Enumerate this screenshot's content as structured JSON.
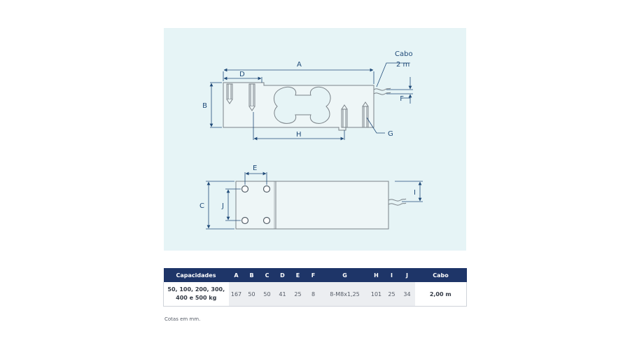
{
  "drawing": {
    "labels": {
      "A": "A",
      "B": "B",
      "C": "C",
      "D": "D",
      "E": "E",
      "F": "F",
      "G": "G",
      "H": "H",
      "I": "I",
      "J": "J",
      "cabo": "Cabo",
      "cabo_length": "2 m"
    }
  },
  "table": {
    "headers": [
      "Capacidades",
      "A",
      "B",
      "C",
      "D",
      "E",
      "F",
      "G",
      "H",
      "I",
      "J",
      "Cabo"
    ],
    "row": {
      "capacities_line1": "50, 100, 200, 300,",
      "capacities_line2": "400 e 500 kg",
      "values": [
        "167",
        "50",
        "50",
        "41",
        "25",
        "8",
        "8-M8x1,25",
        "101",
        "25",
        "34"
      ],
      "cable": "2,00 m"
    }
  },
  "note": "Cotas em mm.",
  "colors": {
    "panel_bg": "#e6f4f6",
    "drawing_line": "#1f4a78",
    "body_line": "#7a8288",
    "table_header": "#1e3568",
    "value_cell_bg": "#eceef1"
  }
}
